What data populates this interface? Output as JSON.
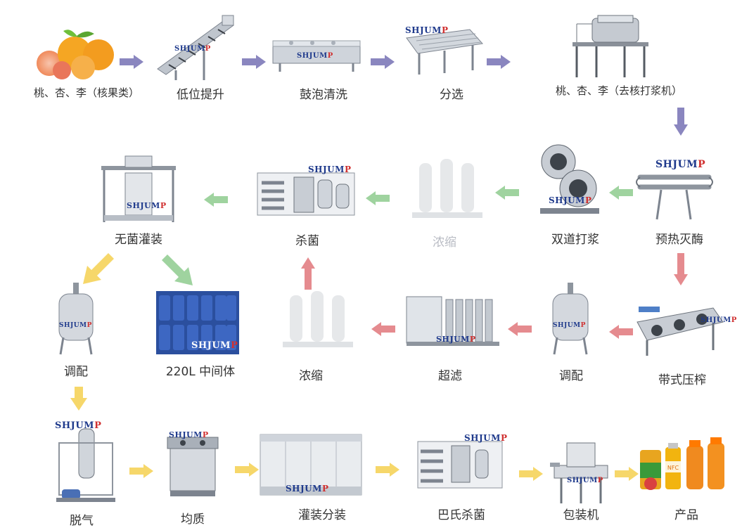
{
  "brand": {
    "main": "SHJUM",
    "accent": "P"
  },
  "steps": {
    "fruit": "桃、杏、李（核果类）",
    "lift": "低位提升",
    "bubble_wash": "鼓泡清洗",
    "sort": "分选",
    "pitting_pulper": "桃、杏、李（去核打浆机）",
    "preheat": "预热灭酶",
    "double_pulping": "双道打浆",
    "concentrate_top": "浓缩",
    "sterilize": "杀菌",
    "aseptic_fill": "无菌灌装",
    "blend_left": "调配",
    "drum": "220L 中间体",
    "concentrate_mid": "浓缩",
    "ultrafilter": "超滤",
    "blend_mid": "调配",
    "belt_press": "带式压榨",
    "degas": "脱气",
    "homogenize": "均质",
    "filling": "灌装分装",
    "pasteurize": "巴氏杀菌",
    "packing": "包装机",
    "product": "产品"
  },
  "product_labels": {
    "bottle2": "NFC"
  },
  "colors": {
    "purple_arrow": "#8a86bf",
    "green_arrow": "#9fd39f",
    "red_arrow": "#e58b8f",
    "yellow_arrow": "#f6d76a",
    "steel": "#c7ccd4",
    "brand_blue": "#1f3a8c",
    "brand_red": "#d03030"
  }
}
